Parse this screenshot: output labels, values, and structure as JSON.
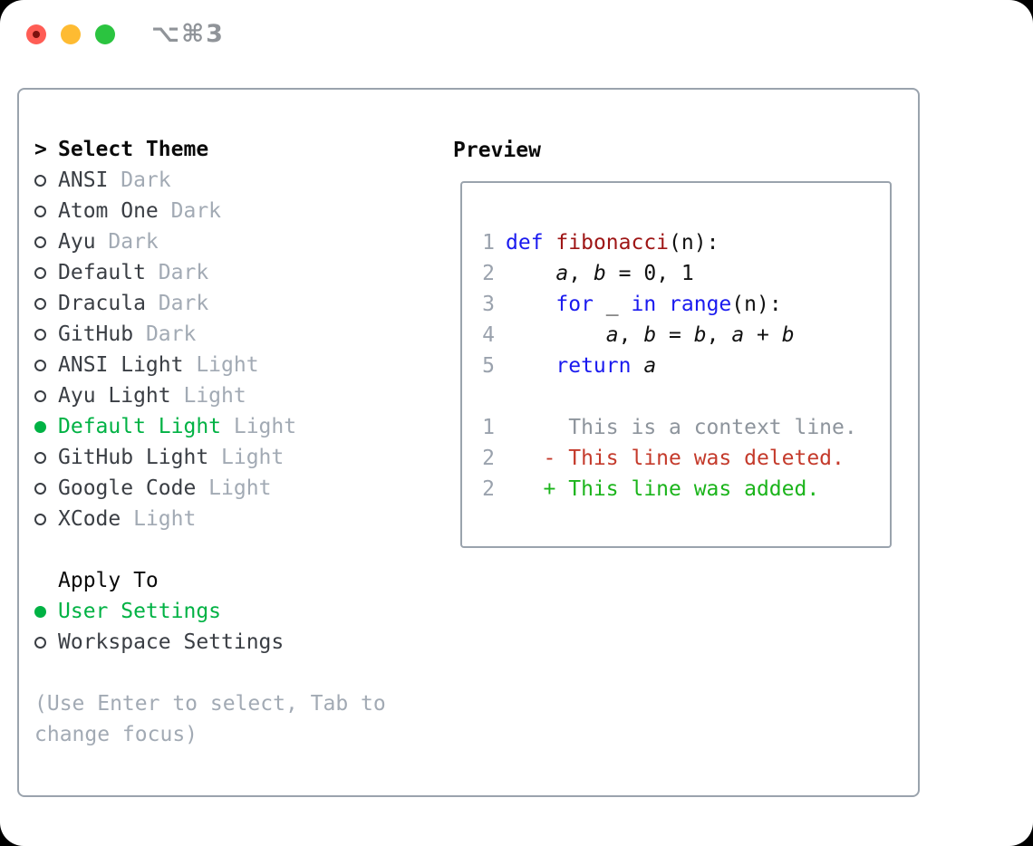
{
  "window": {
    "shortcut_label": "⌥⌘3",
    "traffic_lights": [
      {
        "name": "close",
        "color": "#ff5d55",
        "dirty_dot": true
      },
      {
        "name": "minimize",
        "color": "#febb32",
        "dirty_dot": false
      },
      {
        "name": "zoom",
        "color": "#2bc440",
        "dirty_dot": false
      }
    ]
  },
  "theme_picker": {
    "prompt": ">",
    "header": "Select Theme",
    "items": [
      {
        "name": "ANSI",
        "variant": "Dark",
        "selected": false
      },
      {
        "name": "Atom One",
        "variant": "Dark",
        "selected": false
      },
      {
        "name": "Ayu",
        "variant": "Dark",
        "selected": false
      },
      {
        "name": "Default",
        "variant": "Dark",
        "selected": false
      },
      {
        "name": "Dracula",
        "variant": "Dark",
        "selected": false
      },
      {
        "name": "GitHub",
        "variant": "Dark",
        "selected": false
      },
      {
        "name": "ANSI Light",
        "variant": "Light",
        "selected": false
      },
      {
        "name": "Ayu Light",
        "variant": "Light",
        "selected": false
      },
      {
        "name": "Default Light",
        "variant": "Light",
        "selected": true
      },
      {
        "name": "GitHub Light",
        "variant": "Light",
        "selected": false
      },
      {
        "name": "Google Code",
        "variant": "Light",
        "selected": false
      },
      {
        "name": "XCode",
        "variant": "Light",
        "selected": false
      }
    ]
  },
  "apply_to": {
    "header": "Apply To",
    "options": [
      {
        "label": "User Settings",
        "selected": true
      },
      {
        "label": "Workspace Settings",
        "selected": false
      }
    ]
  },
  "hint": "(Use Enter to select, Tab to change focus)",
  "preview": {
    "title": "Preview",
    "code_lines": [
      {
        "num": "1",
        "segments": [
          {
            "t": "def",
            "c": "kw"
          },
          {
            "t": " "
          },
          {
            "t": "fibonacci",
            "c": "fn"
          },
          {
            "t": "(n):"
          }
        ]
      },
      {
        "num": "2",
        "segments": [
          {
            "t": "    "
          },
          {
            "t": "a",
            "c": "var"
          },
          {
            "t": ", "
          },
          {
            "t": "b",
            "c": "var"
          },
          {
            "t": " = 0, 1"
          }
        ]
      },
      {
        "num": "3",
        "segments": [
          {
            "t": "    "
          },
          {
            "t": "for",
            "c": "kw"
          },
          {
            "t": " _ "
          },
          {
            "t": "in",
            "c": "kw"
          },
          {
            "t": " "
          },
          {
            "t": "range",
            "c": "kw"
          },
          {
            "t": "(n):"
          }
        ]
      },
      {
        "num": "4",
        "segments": [
          {
            "t": "        "
          },
          {
            "t": "a",
            "c": "var"
          },
          {
            "t": ", "
          },
          {
            "t": "b",
            "c": "var"
          },
          {
            "t": " = "
          },
          {
            "t": "b",
            "c": "var"
          },
          {
            "t": ", "
          },
          {
            "t": "a",
            "c": "var"
          },
          {
            "t": " + "
          },
          {
            "t": "b",
            "c": "var"
          }
        ]
      },
      {
        "num": "5",
        "segments": [
          {
            "t": "    "
          },
          {
            "t": "return",
            "c": "kw"
          },
          {
            "t": " "
          },
          {
            "t": "a",
            "c": "var"
          }
        ]
      }
    ],
    "diff_lines": [
      {
        "num": "1",
        "type": "ctx",
        "text": "     This is a context line."
      },
      {
        "num": "2",
        "type": "del",
        "text": "   - This line was deleted."
      },
      {
        "num": "2",
        "type": "add",
        "text": "   + This line was added."
      }
    ]
  },
  "colors": {
    "selected_green": "#00b244",
    "keyword_blue": "#1a1aef",
    "function_red": "#9e1515",
    "diff_red": "#c43a2b",
    "diff_green": "#1bb41b",
    "muted_gray": "#a2aab4",
    "line_number_gray": "#9aa2ad",
    "item_text": "#3a3e44",
    "panel_border": "#9aa3ad"
  }
}
